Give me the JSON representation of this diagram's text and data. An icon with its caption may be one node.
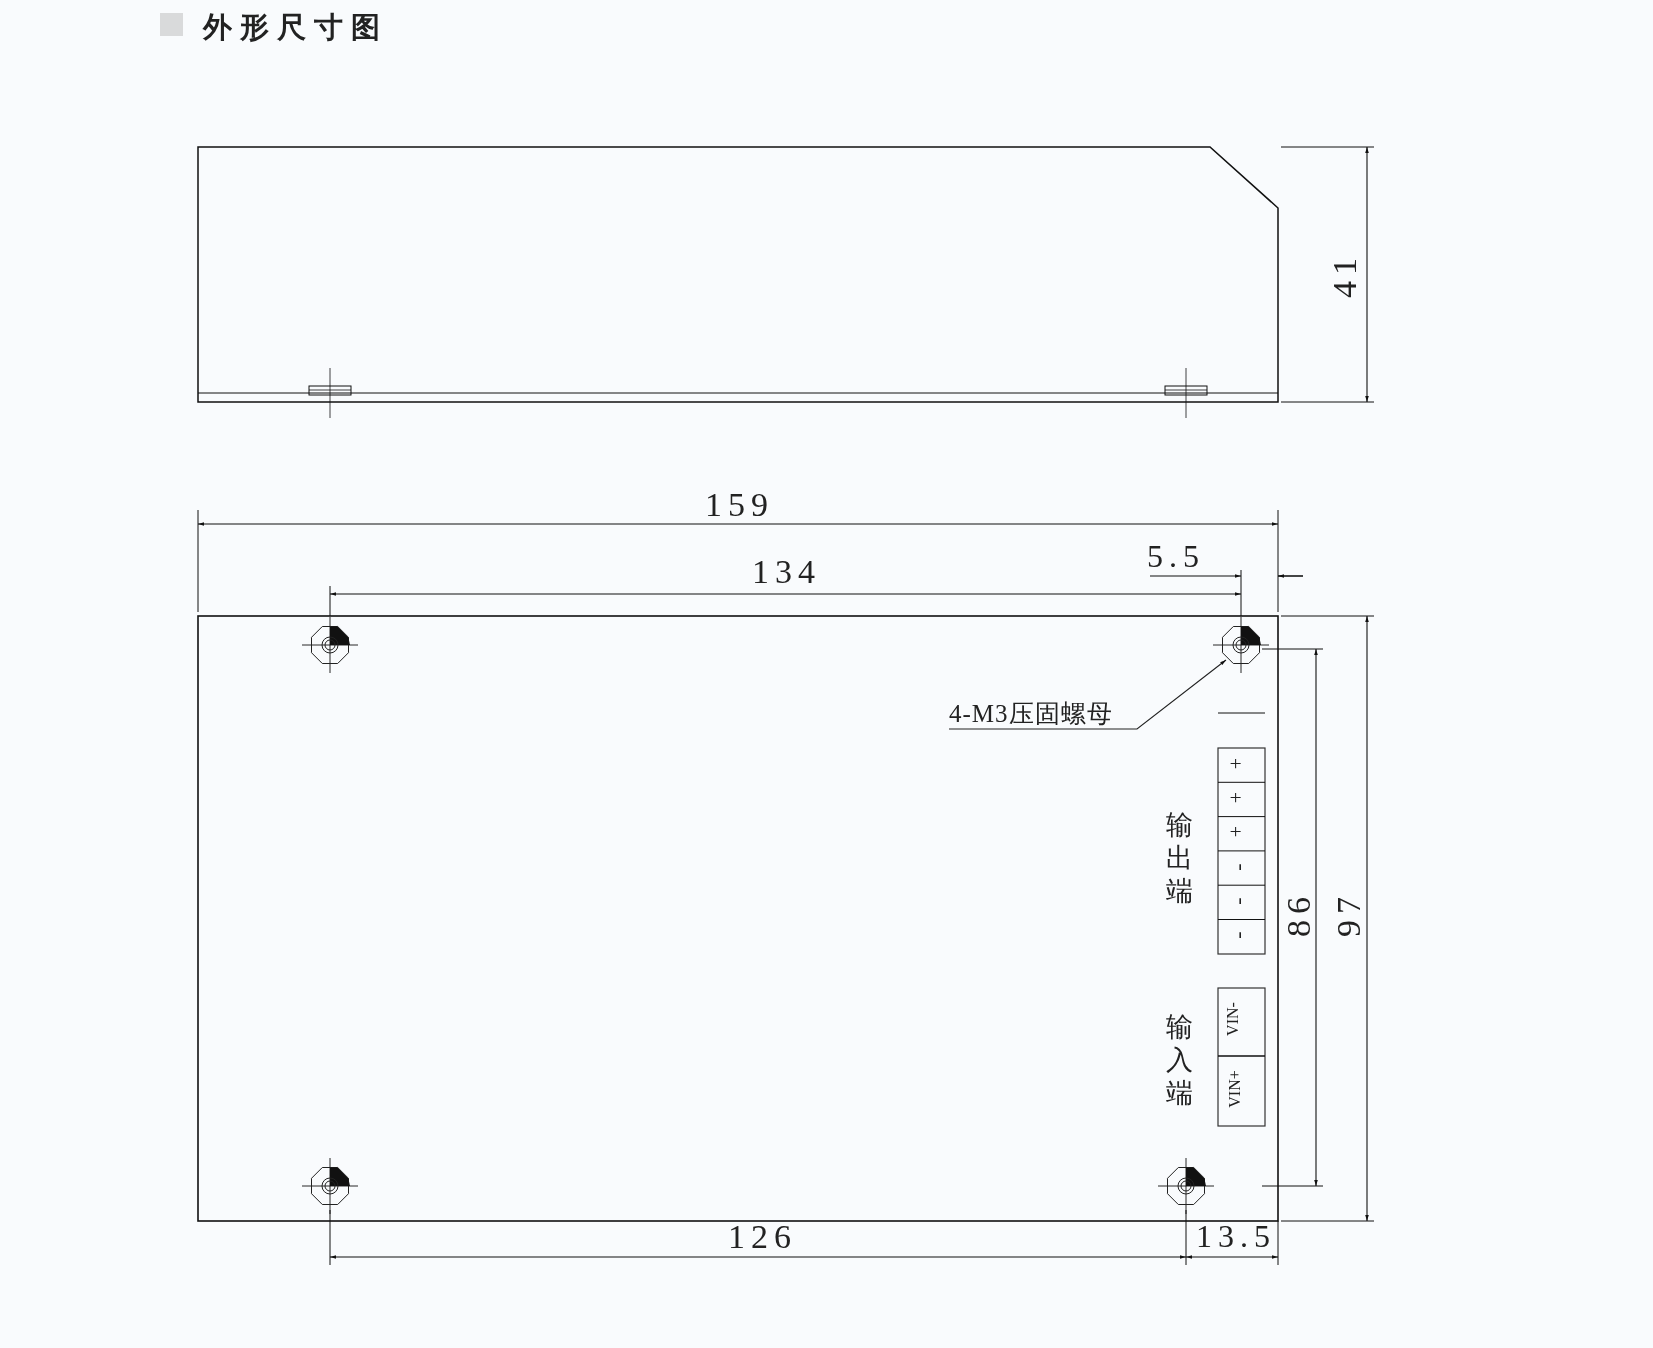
{
  "diagram": {
    "title": "外形尺寸图",
    "nodes": [
      {
        "text": [
          "4-M3压固螺母"
        ]
      },
      {
        "text": [],
        "shape": "octagon"
      }
    ],
    "edges": [
      {
        "from": 0,
        "to": 1,
        "arrow": "to"
      }
    ],
    "labels": [
      "41",
      "159",
      "134",
      "5.5",
      "输出端",
      "输入端",
      "+",
      "+",
      "+",
      "-",
      "-",
      "-",
      "VIN-",
      "VIN+",
      "86",
      "97",
      "126",
      "13.5"
    ]
  }
}
